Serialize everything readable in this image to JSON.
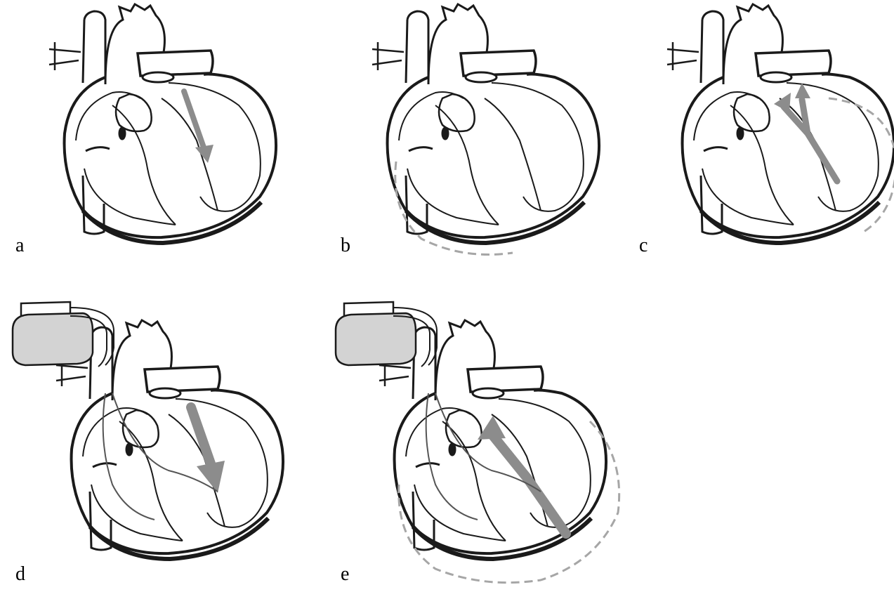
{
  "panels": [
    {
      "label": "a",
      "pacemaker": false,
      "bulge": "none",
      "flow": "down"
    },
    {
      "label": "b",
      "pacemaker": false,
      "bulge": "lower",
      "flow": "none"
    },
    {
      "label": "c",
      "pacemaker": false,
      "bulge": "right",
      "flow": "up-split"
    },
    {
      "label": "d",
      "pacemaker": true,
      "bulge": "none",
      "flow": "down"
    },
    {
      "label": "e",
      "pacemaker": true,
      "bulge": "full",
      "flow": "up"
    }
  ],
  "colors": {
    "outline": "#1a1a1a",
    "flow_arrow": "#8c8c8c",
    "bulge": "#a6a6a6",
    "pacemaker_fill": "#d3d3d3"
  }
}
